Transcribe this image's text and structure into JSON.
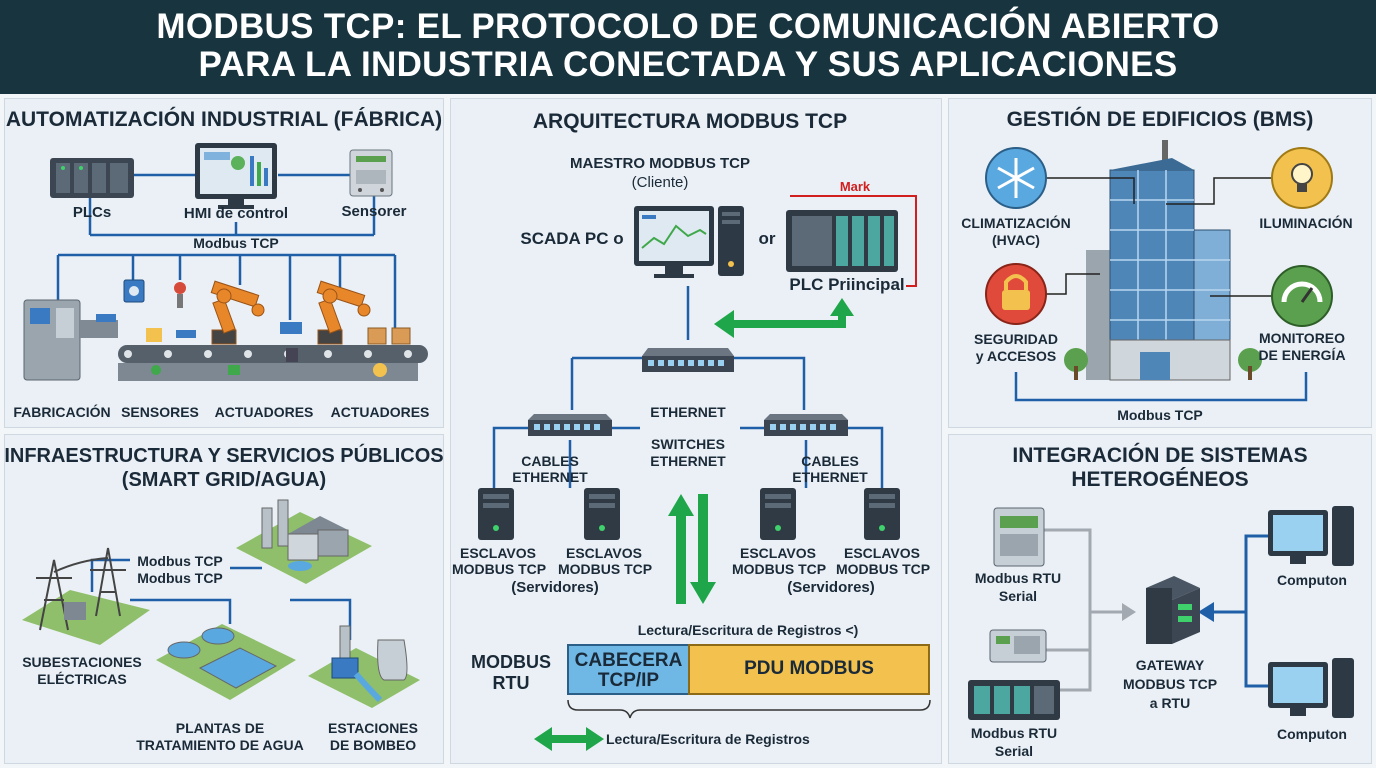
{
  "title": {
    "line1": "MODBUS TCP: EL PROTOCOLO DE COMUNICACIÓN ABIERTO",
    "line2": "PARA LA INDUSTRIA CONECTADA Y SUS APLICACIONES"
  },
  "factory": {
    "title": "AUTOMATIZACIÓN INDUSTRIAL (FÁBRICA)",
    "plcs": "PLCs",
    "hmi": "HMI de control",
    "sensorer": "Sensorer",
    "bus": "Modbus TCP",
    "fabricacion": "FABRICACIÓN",
    "sensores": "SENSORES",
    "actuadores1": "ACTUADORES",
    "actuadores2": "ACTUADORES"
  },
  "utilities": {
    "title1": "INFRAESTRUCTURA Y SERVICIOS PÚBLICOS",
    "title2": "(SMART GRID/AGUA)",
    "link1": "Modbus TCP",
    "link2": "Modbus TCP",
    "substations1": "SUBESTACIONES",
    "substations2": "ELÉCTRICAS",
    "plants1": "PLANTAS DE",
    "plants2": "TRATAMIENTO DE AGUA",
    "pumps1": "ESTACIONES",
    "pumps2": "DE BOMBEO"
  },
  "architecture": {
    "title": "ARQUITECTURA MODBUS TCP",
    "master": "MAESTRO MODBUS TCP",
    "client": "(Cliente)",
    "scada": "SCADA PC o",
    "or": "or",
    "mark": "Mark",
    "plc_main": "PLC Priincipal",
    "ethernet": "ETHERNET",
    "switches1": "SWITCHES",
    "switches2": "ETHERNET",
    "cables_l1": "CABLES",
    "cables_l2": "ETHERNET",
    "cables_r1": "CABLES",
    "cables_r2": "ETHERNET",
    "slave1_1": "ESCLAVOS",
    "slave1_2": "MODBUS TCP",
    "slave2_1": "ESCLAVOS",
    "slave2_2": "MODBUS TCP",
    "slave3_1": "ESCLAVOS",
    "slave3_2": "MODBUS TCP",
    "slave4_1": "ESCLAVOS",
    "slave4_2": "MODBUS TCP",
    "servers_l": "(Servidores)",
    "servers_r": "(Servidores)",
    "rw_top": "Lectura/Escritura de Registros <)",
    "rtu1": "MODBUS",
    "rtu2": "RTU",
    "header1": "CABECERA",
    "header2": "TCP/IP",
    "pdu": "PDU MODBUS",
    "rw_bottom": "Lectura/Escritura de Registros"
  },
  "bms": {
    "title": "GESTIÓN DE EDIFICIOS (BMS)",
    "hvac1": "CLIMATIZACIÓN",
    "hvac2": "(HVAC)",
    "lighting": "ILUMINACIÓN",
    "security1": "SEGURIDAD",
    "security2": "y ACCESOS",
    "energy1": "MONITOREO",
    "energy2": "DE ENERGÍA",
    "bus": "Modbus TCP"
  },
  "integration": {
    "title1": "INTEGRACIÓN DE SISTEMAS",
    "title2": "HETEROGÉNEOS",
    "rtu_top1": "Modbus RTU",
    "rtu_top2": "Serial",
    "rtu_bot1": "Modbus RTU",
    "rtu_bot2": "Serial",
    "gateway1": "GATEWAY",
    "gateway2": "MODBUS TCP",
    "gateway3": "a RTU",
    "computer_top": "Computon",
    "computer_bot": "Computon"
  },
  "colors": {
    "title_bg": "#17343f",
    "network_blue": "#1f5fa8",
    "arrow_green": "#1fa64a",
    "header_blue": "#6fb8e6",
    "pdu_yellow": "#f2c14e",
    "mark_red": "#d11f1f"
  }
}
